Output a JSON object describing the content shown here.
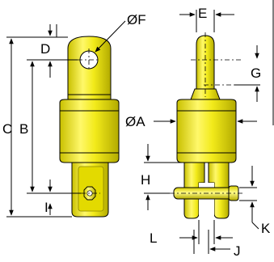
{
  "diagram": {
    "labels": {
      "A": "ØA",
      "B": "B",
      "C": "C",
      "D": "D",
      "E": "E",
      "F": "ØF",
      "G": "G",
      "H": "H",
      "I": "I",
      "J": "J",
      "K": "K",
      "L": "L"
    },
    "colors": {
      "body": "#f2ea1a",
      "body_light": "#fbf68c",
      "body_dark": "#b8b000",
      "hole": "#ffffff",
      "line": "#000000"
    }
  }
}
